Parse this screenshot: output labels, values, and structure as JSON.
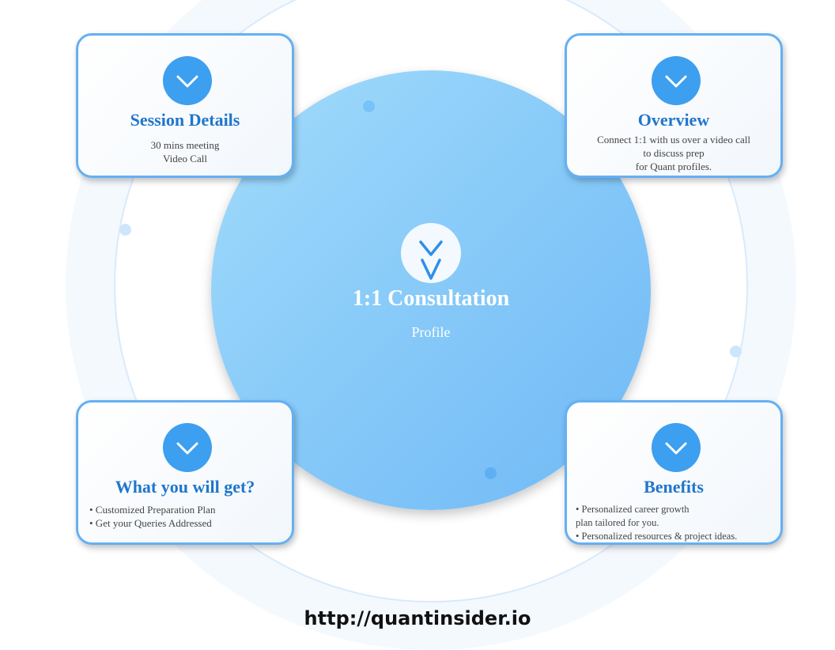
{
  "colors": {
    "card_border": "#64b0f4",
    "icon_fill": "#3d9ff0",
    "title_blue": "#1f76cc",
    "hub_gradient_start": "#a3dcfb",
    "hub_gradient_end": "#6fb9f6",
    "ring_light": "#f4f9fe",
    "ring_line": "#d9eafb"
  },
  "hub": {
    "icon": "double-chevron-down-icon",
    "title": "1:1 Consultation",
    "subtitle": "Profile"
  },
  "cards": [
    {
      "id": "session-details",
      "icon": "chevron-down-icon",
      "title": "Session Details",
      "lines": [
        "30 mins meeting",
        "Video Call"
      ]
    },
    {
      "id": "overview",
      "icon": "chevron-down-icon",
      "title": "Overview",
      "lines": [
        "Connect 1:1 with us over a video call",
        "to discuss prep",
        "for Quant profiles."
      ]
    },
    {
      "id": "what-you-will-get",
      "icon": "chevron-down-icon",
      "title": "What you will get?",
      "lines": [
        "• Customized Preparation Plan",
        "• Get your Queries Addressed"
      ]
    },
    {
      "id": "benefits",
      "icon": "chevron-down-icon",
      "title": "Benefits",
      "lines": [
        "• Personalized career growth",
        "plan tailored for you.",
        "• Personalized resources & project ideas."
      ]
    }
  ],
  "footer": {
    "url": "http://quantinsider.io"
  }
}
